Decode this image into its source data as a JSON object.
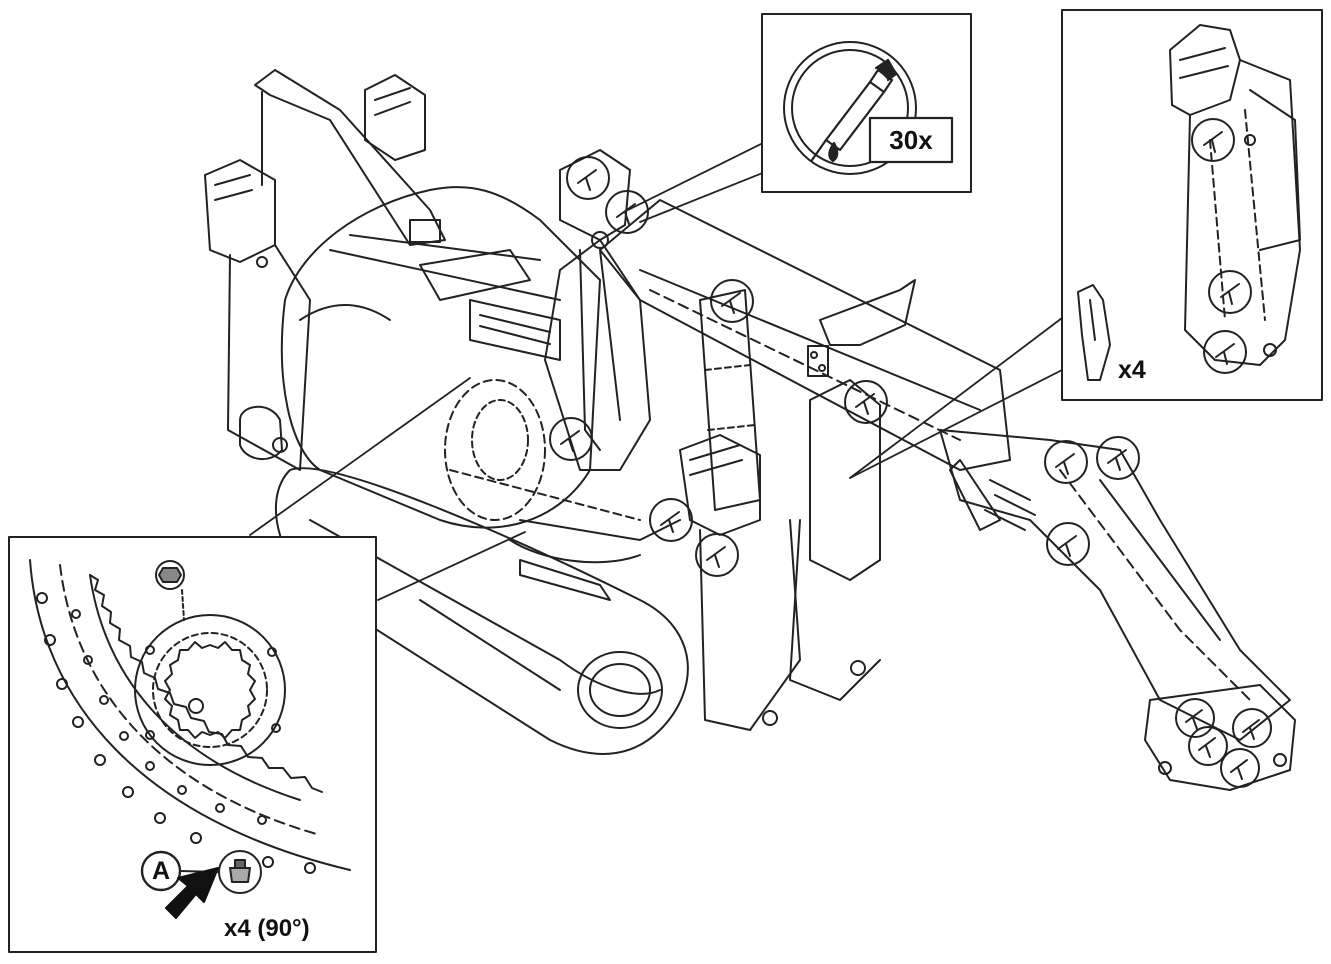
{
  "callouts": {
    "grease_count": "30x",
    "cylinder_pivot_count": "x4",
    "slewing_bolt_count": "x4 (90°)",
    "point_label": "A"
  },
  "icons": [
    "grease-gun-icon",
    "grease-point-icon",
    "arrow-icon",
    "bolt-icon",
    "gear-icon"
  ],
  "colors": {
    "line": "#222222",
    "background": "#ffffff",
    "arrow": "#111111"
  }
}
